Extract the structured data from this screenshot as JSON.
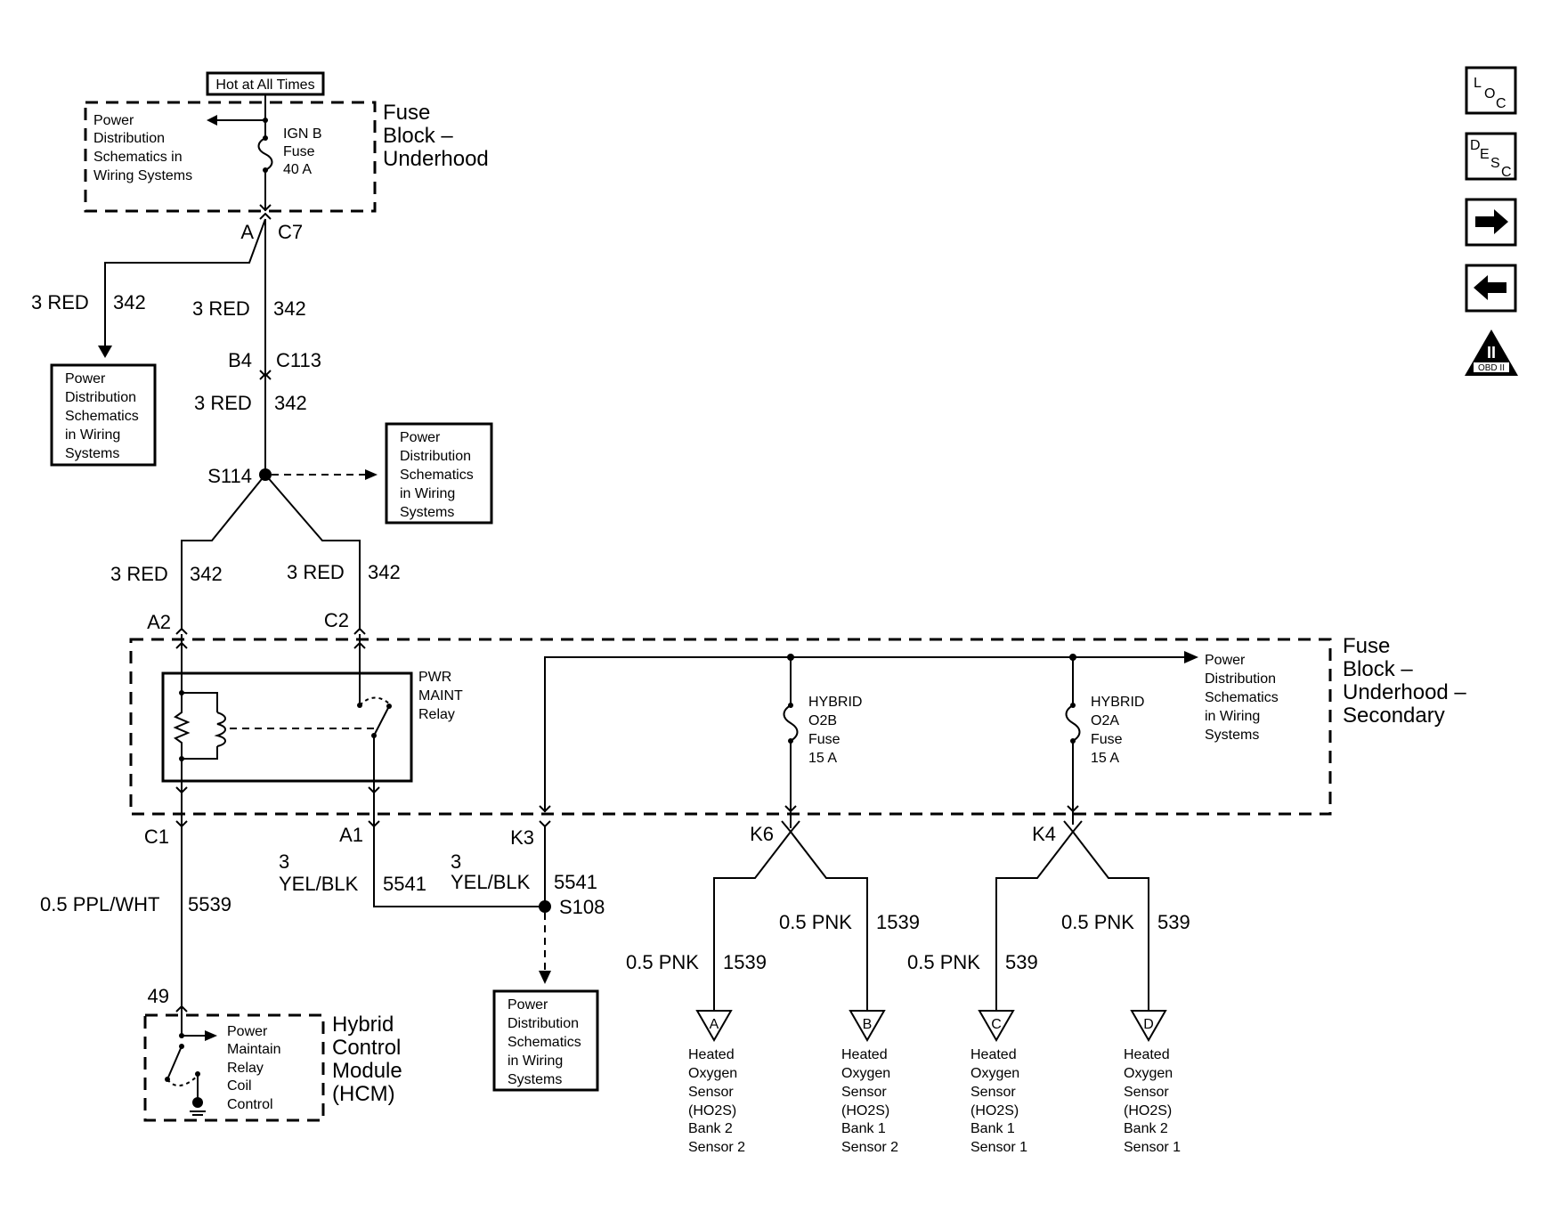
{
  "top": {
    "hot_label": "Hot at All Times",
    "fuse_block_title": [
      "Fuse",
      "Block –",
      "Underhood"
    ],
    "pd_ref_lines": [
      "Power",
      "Distribution",
      "Schematics in",
      "Wiring Systems"
    ],
    "fuse_lines": [
      "IGN B",
      "Fuse",
      "40 A"
    ],
    "conn_a": "A",
    "conn_c7": "C7"
  },
  "wires": {
    "left_color": "3 RED",
    "left_num": "342",
    "main_color": "3 RED",
    "main_num": "342",
    "b4": "B4",
    "c113": "C113",
    "main2_color": "3 RED",
    "main2_num": "342",
    "s114": "S114",
    "a2_color": "3 RED",
    "a2_num": "342",
    "c2_color": "3 RED",
    "c2_num": "342",
    "a2": "A2",
    "c2": "C2"
  },
  "pd_box_left": [
    "Power",
    "Distribution",
    "Schematics",
    "in Wiring",
    "Systems"
  ],
  "pd_box_s114": [
    "Power",
    "Distribution",
    "Schematics",
    "in Wiring",
    "Systems"
  ],
  "secondary": {
    "title": [
      "Fuse",
      "Block –",
      "Underhood –",
      "Secondary"
    ],
    "relay_lines": [
      "PWR",
      "MAINT",
      "Relay"
    ],
    "fuse_o2b": [
      "HYBRID",
      "O2B",
      "Fuse",
      "15 A"
    ],
    "fuse_o2a": [
      "HYBRID",
      "O2A",
      "Fuse",
      "15 A"
    ],
    "pd_ref": [
      "Power",
      "Distribution",
      "Schematics",
      "in Wiring",
      "Systems"
    ]
  },
  "lower": {
    "c1": "C1",
    "a1": "A1",
    "k3": "K3",
    "k6": "K6",
    "k4": "K4",
    "ppl_color": "0.5 PPL/WHT",
    "ppl_num": "5539",
    "yel1_size": "3",
    "yel1_color": "YEL/BLK",
    "yel1_num": "5541",
    "yel2_size": "3",
    "yel2_color": "YEL/BLK",
    "yel2_num": "5541",
    "s108": "S108",
    "pnk_a_color": "0.5 PNK",
    "pnk_a_num": "1539",
    "pnk_b_color": "0.5 PNK",
    "pnk_b_num": "1539",
    "pnk_c_color": "0.5 PNK",
    "pnk_c_num": "539",
    "pnk_d_color": "0.5 PNK",
    "pnk_d_num": "539",
    "pin49": "49"
  },
  "pd_box_s108": [
    "Power",
    "Distribution",
    "Schematics",
    "in Wiring",
    "Systems"
  ],
  "hcm": {
    "title": [
      "Hybrid",
      "Control",
      "Module",
      "(HCM)"
    ],
    "lines": [
      "Power",
      "Maintain",
      "Relay",
      "Coil",
      "Control"
    ]
  },
  "sensors": [
    {
      "letter": "A",
      "lines": [
        "Heated",
        "Oxygen",
        "Sensor",
        "(HO2S)",
        "Bank 2",
        "Sensor 2"
      ]
    },
    {
      "letter": "B",
      "lines": [
        "Heated",
        "Oxygen",
        "Sensor",
        "(HO2S)",
        "Bank 1",
        "Sensor 2"
      ]
    },
    {
      "letter": "C",
      "lines": [
        "Heated",
        "Oxygen",
        "Sensor",
        "(HO2S)",
        "Bank 1",
        "Sensor 1"
      ]
    },
    {
      "letter": "D",
      "lines": [
        "Heated",
        "Oxygen",
        "Sensor",
        "(HO2S)",
        "Bank 2",
        "Sensor 1"
      ]
    }
  ],
  "nav": {
    "loc": {
      "l": "L",
      "o": "O",
      "c": "C"
    },
    "desc": {
      "d": "D",
      "e": "E",
      "s": "S",
      "c": "C"
    },
    "next_icon": "arrow-right-icon",
    "prev_icon": "arrow-left-icon",
    "obd_roman": "II",
    "obd_label": "OBD II"
  }
}
